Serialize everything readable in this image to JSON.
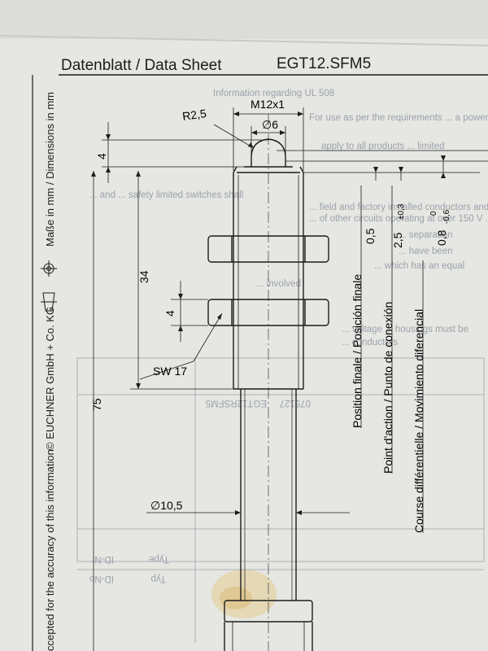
{
  "header": {
    "title": "Datenblatt / Data Sheet",
    "product": "EGT12.SFM5",
    "ghost_top": "Information regarding UL 508"
  },
  "side_notes": {
    "copyright": "© EUCHNER GmbH + Co. KG",
    "accuracy": "ccepted for the accuracy of this information",
    "dimensions": "Maße in mm / Dimensions in mm"
  },
  "dimensions": {
    "thread": "M12x1",
    "radius": "R2,5",
    "plunger_diameter": "∅6",
    "plunger_height": "4",
    "thread_length": "34",
    "nut_height": "4",
    "wrench_size": "SW 17",
    "total_length": "75",
    "body_diameter": "∅10,5"
  },
  "labels": {
    "position_finale": "Position finale / Posición finale",
    "position_finale_value": "0,5",
    "point_action": "Point d'action / Punto de conexión",
    "point_action_value": "2,5",
    "point_action_tol": "±0,3",
    "course_diff": "Course différentielle / Movimiento diferencial",
    "course_diff_value": "0,8",
    "course_diff_tol_upper": "0",
    "course_diff_tol_lower": "-0,6"
  },
  "ghost_text": {
    "line1": "For use as per the requirements ... a power",
    "line2": "apply to all products ... limited",
    "line3": "... and ... safety limited switches shall",
    "line4": "... field and factory installed conductors and",
    "line5": "... of other circuits operating at over 150 V ... a",
    "line6": "... separation",
    "line7": "... have been",
    "line8": "... which has an equal",
    "line9": "... involved",
    "line10": "... voltage ... housings must be",
    "line11": "... conductors",
    "table_code1": "075127",
    "table_code2": "EGT12RSFM5",
    "table_type": "Type",
    "table_typ": "Typ",
    "table_id": "ID-Nr",
    "table_id2": "ID-No"
  },
  "colors": {
    "paper": "#e7e7e3",
    "ink": "#1c1c1c",
    "ghost": "#9aa3ab",
    "stain": "#d9b56a"
  }
}
